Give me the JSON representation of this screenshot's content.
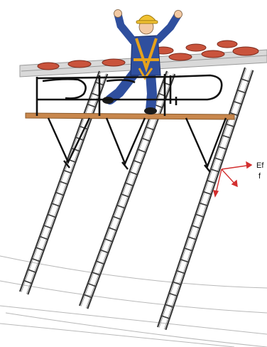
{
  "illustration": {
    "annotation_text": "Ef\n f",
    "colors": {
      "tile_red": "#c9533c",
      "roof_gray": "#d9d9d9",
      "plank_wood": "#c8874d",
      "frame_black": "#111111",
      "ladder_gray": "#3a3a3a",
      "worker_suit": "#2f4f9e",
      "worker_helmet": "#f1c232",
      "harness": "#e6a21c",
      "force_arrow": "#d32f2f"
    },
    "icons": [
      "worker-figure",
      "safety-helmet",
      "ladder",
      "roof-edge-guardrail",
      "force-arrow"
    ]
  }
}
